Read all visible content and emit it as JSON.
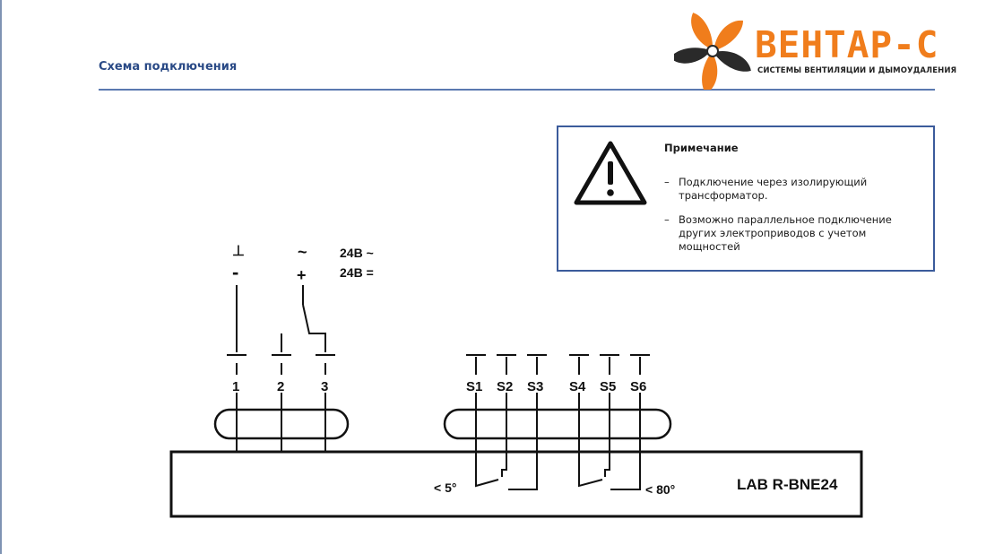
{
  "header": {
    "title": "Схема подключения"
  },
  "logo": {
    "name": "ВЕНТАР-С",
    "tagline": "СИСТЕМЫ ВЕНТИЛЯЦИИ И ДЫМОУДАЛЕНИЯ",
    "colors": {
      "orange": "#f07d1c",
      "dark": "#2a2a2a"
    }
  },
  "note": {
    "title": "Примечание",
    "bullet": "–",
    "items": [
      "Подключение через изолирующий трансформатор.",
      "Возможно параллельное подключение других электроприводов с учетом мощностей"
    ]
  },
  "diagram": {
    "supply": {
      "ground_symbol": "⊥",
      "minus_symbol": "-",
      "ac_symbol": "~",
      "plus_symbol": "+",
      "ac_label": "24В ~",
      "dc_label": "24В ="
    },
    "power_terminals": [
      "1",
      "2",
      "3"
    ],
    "aux_terminals": [
      "S1",
      "S2",
      "S3",
      "S4",
      "S5",
      "S6"
    ],
    "switch_labels": [
      "< 5°",
      "< 80°"
    ],
    "device_model": "LAB R-BNE24"
  },
  "colors": {
    "accent_blue": "#2a4a86",
    "rule_blue": "#5a79b0",
    "box_border": "#3b5b9b"
  }
}
